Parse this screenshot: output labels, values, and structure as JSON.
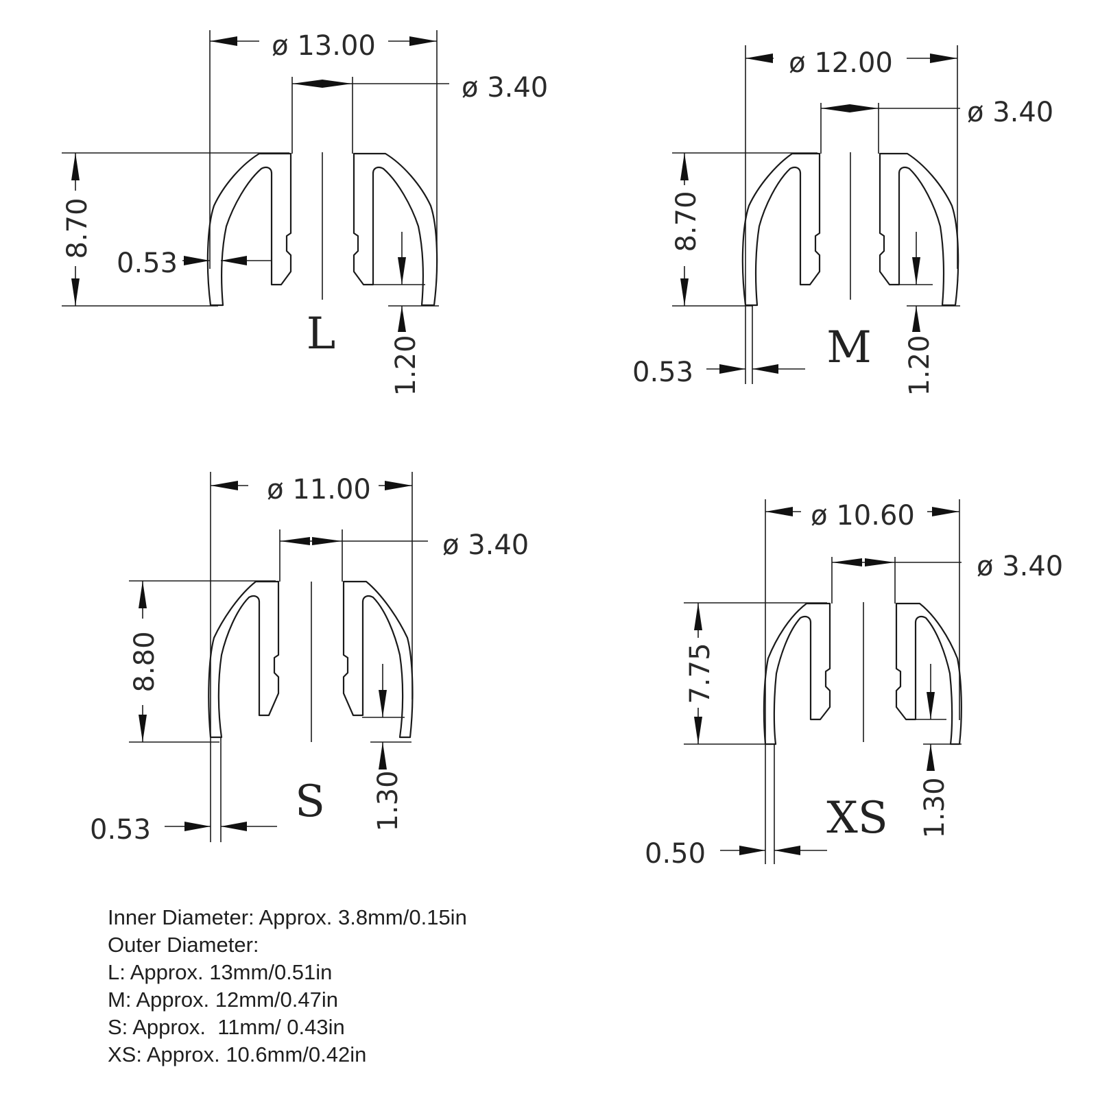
{
  "views": [
    {
      "size": "L",
      "outer_diameter": "ø 13.00",
      "inner_diameter": "ø 3.40",
      "height": "8.70",
      "wall": "0.53",
      "tip": "1.20"
    },
    {
      "size": "M",
      "outer_diameter": "ø 12.00",
      "inner_diameter": "ø 3.40",
      "height": "8.70",
      "wall": "0.53",
      "tip": "1.20"
    },
    {
      "size": "S",
      "outer_diameter": "ø 11.00",
      "inner_diameter": "ø 3.40",
      "height": "8.80",
      "wall": "0.53",
      "tip": "1.30"
    },
    {
      "size": "XS",
      "outer_diameter": "ø 10.60",
      "inner_diameter": "ø 3.40",
      "height": "7.75",
      "wall": "0.50",
      "tip": "1.30"
    }
  ],
  "notes": [
    "Inner Diameter: Approx. 3.8mm/0.15in",
    "Outer Diameter:",
    "L: Approx. 13mm/0.51in",
    "M: Approx. 12mm/0.47in",
    "S: Approx.  11mm/ 0.43in",
    "XS: Approx. 10.6mm/0.42in"
  ]
}
